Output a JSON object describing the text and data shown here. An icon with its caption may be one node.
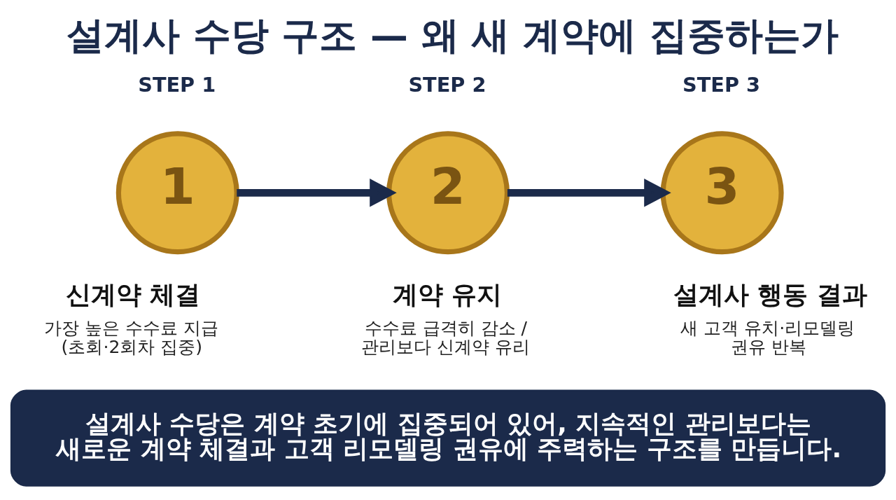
{
  "diagram": {
    "title": "설계사 수당 구조 — 왜 새 계약에 집중하는가",
    "nodes": [
      {
        "text": [
          "1"
        ],
        "beside": [
          "STEP 1",
          "신계약 체결",
          "가장 높은 수수료 지급 (초회·2회차 집중)"
        ]
      },
      {
        "text": [
          "2"
        ],
        "beside": [
          "STEP 2",
          "계약 유지",
          "수수료 급격히 감소 / 관리보다 신계약 유리"
        ]
      },
      {
        "text": [
          "3"
        ],
        "beside": [
          "STEP 3",
          "설계사 행동 결과",
          "새 고객 유치·리모델링 권유 반복"
        ]
      },
      {
        "text": [
          "설계사 수당은 계약 초기에 집중되어 있어, 지속적인 관리보다는 새로운 계약 체결과 고객 리모델링 권유에 주력하는 구조를 만듭니다."
        ]
      }
    ],
    "edges": [
      {
        "from": 0,
        "to": 1,
        "arrow": "to"
      },
      {
        "from": 1,
        "to": 2,
        "arrow": "to"
      }
    ]
  }
}
